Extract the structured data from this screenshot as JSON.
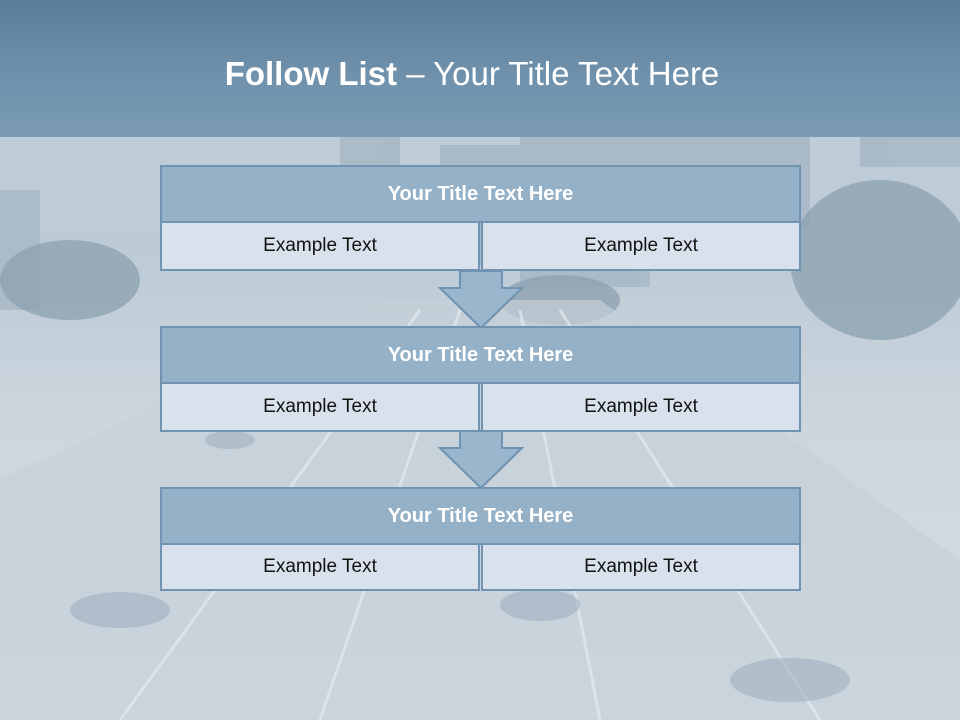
{
  "slide": {
    "title_bold": "Follow List",
    "title_rest": " – Your Title Text Here"
  },
  "steps": [
    {
      "title": "Your Title Text Here",
      "left": "Example Text",
      "right": "Example Text"
    },
    {
      "title": "Your Title Text Here",
      "left": "Example Text",
      "right": "Example Text"
    },
    {
      "title": "Your Title Text Here",
      "left": "Example Text",
      "right": "Example Text"
    }
  ],
  "colors": {
    "header": "#6f91ab",
    "box_title": "#94b1c8",
    "box_cell": "#d9e2ec",
    "border": "#6f93b1",
    "arrow": "#9ab6cc"
  }
}
